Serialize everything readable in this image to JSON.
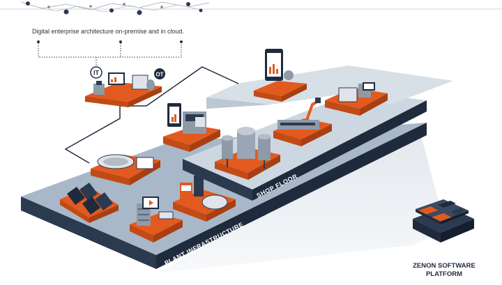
{
  "caption": "Digital enterprise architecture on-premise and in cloud.",
  "badges": {
    "it": "IT",
    "ot": "OT"
  },
  "labels": {
    "shop_floor": "SHOP FLOOR",
    "plant_infrastructure": "PLANT INFRASTRUCTURE",
    "platform_line1": "ZENON SOFTWARE",
    "platform_line2": "PLATFORM"
  },
  "colors": {
    "navy": "#1f2b3d",
    "navy_mid": "#2c3a50",
    "platform_top": "#a9b8c8",
    "upper_top": "#cdd7e1",
    "orange": "#e25a1f",
    "gray_equipment": "#8e9aa8",
    "light_gray": "#dfe4ea",
    "beam": "#e9edf1"
  }
}
